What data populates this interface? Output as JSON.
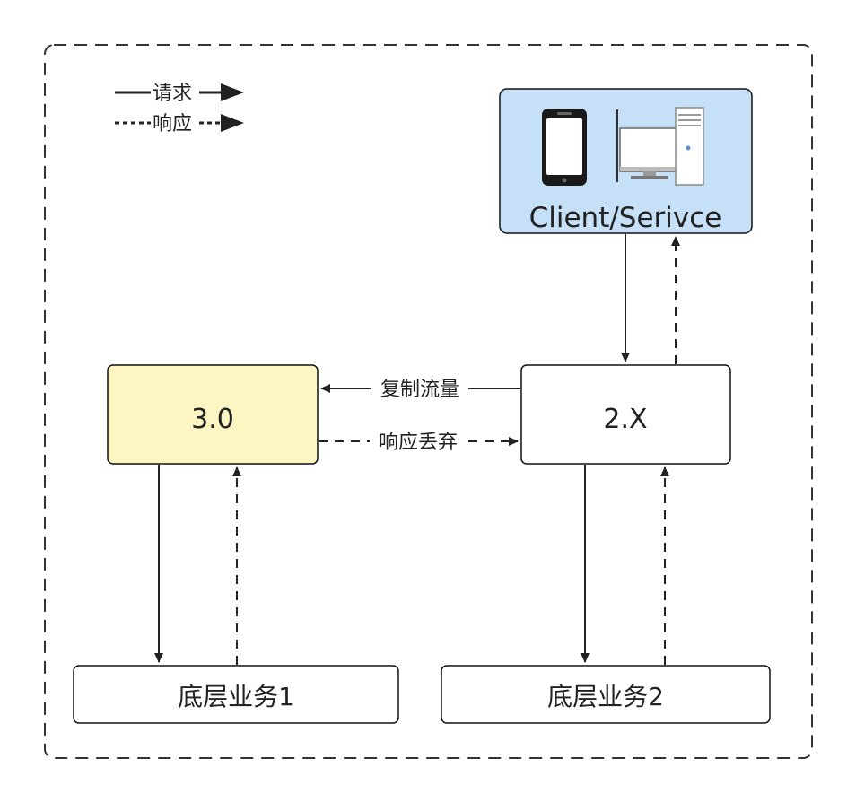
{
  "legend": {
    "request": "请求",
    "response": "响应"
  },
  "nodes": {
    "client": {
      "label": "Client/Serivce",
      "fill": "#c5e0f7",
      "stroke": "#111111",
      "icons": [
        "phone-icon",
        "desktop-computer-icon"
      ]
    },
    "v3": {
      "label": "3.0",
      "fill": "#fdf6c3",
      "stroke": "#111111"
    },
    "v2": {
      "label": "2.X",
      "fill": "#ffffff",
      "stroke": "#111111"
    },
    "biz1": {
      "label": "底层业务1",
      "fill": "#ffffff",
      "stroke": "#111111"
    },
    "biz2": {
      "label": "底层业务2",
      "fill": "#ffffff",
      "stroke": "#111111"
    }
  },
  "edges": {
    "copy_traffic": "复制流量",
    "response_discard": "响应丢弃"
  },
  "colors": {
    "line": "#222222",
    "frame": "#333333"
  }
}
